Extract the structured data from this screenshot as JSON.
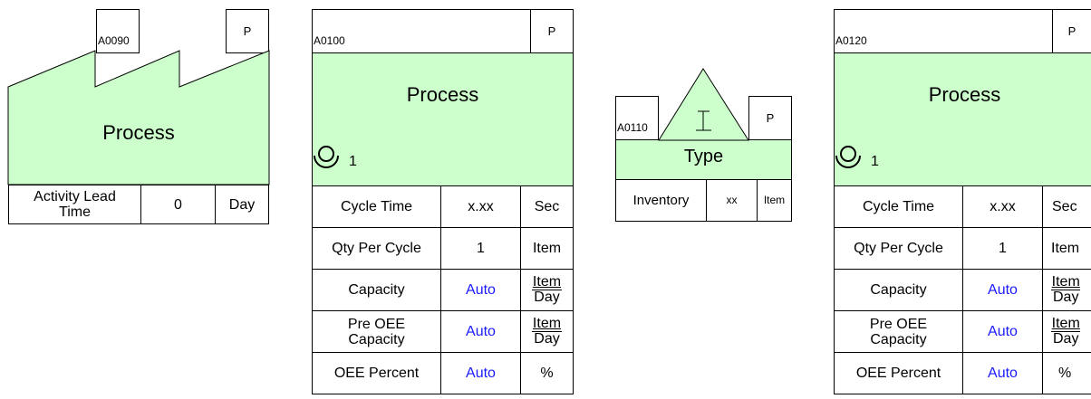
{
  "a0090": {
    "id": "A0090",
    "p": "P",
    "title": "Process",
    "row": {
      "label": "Activity Lead Time",
      "value": "0",
      "unit": "Day"
    }
  },
  "a0100": {
    "id": "A0100",
    "p": "P",
    "title": "Process",
    "operators": "1",
    "rows": [
      {
        "label": "Cycle Time",
        "value": "x.xx",
        "unit": "Sec"
      },
      {
        "label": "Qty Per Cycle",
        "value": "1",
        "unit": "Item"
      },
      {
        "label": "Capacity",
        "value": "Auto",
        "unit_num": "Item",
        "unit_den": "Day"
      },
      {
        "label": "Pre OEE Capacity",
        "value": "Auto",
        "unit_num": "Item",
        "unit_den": "Day"
      },
      {
        "label": "OEE Percent",
        "value": "Auto",
        "unit": "%"
      }
    ]
  },
  "a0110": {
    "id": "A0110",
    "p": "P",
    "title": "Type",
    "triangle_letter": "I",
    "row": {
      "label": "Inventory",
      "value": "xx",
      "unit": "Item"
    }
  },
  "a0120": {
    "id": "A0120",
    "p": "P",
    "title": "Process",
    "operators": "1",
    "rows": [
      {
        "label": "Cycle Time",
        "value": "x.xx",
        "unit": "Sec"
      },
      {
        "label": "Qty Per Cycle",
        "value": "1",
        "unit": "Item"
      },
      {
        "label": "Capacity",
        "value": "Auto",
        "unit_num": "Item",
        "unit_den": "Day"
      },
      {
        "label": "Pre OEE Capacity",
        "value": "Auto",
        "unit_num": "Item",
        "unit_den": "Day"
      },
      {
        "label": "OEE Percent",
        "value": "Auto",
        "unit": "%"
      }
    ]
  },
  "colors": {
    "fill": "#ccffcc",
    "auto_text": "#1a1aff",
    "line": "#000000"
  }
}
